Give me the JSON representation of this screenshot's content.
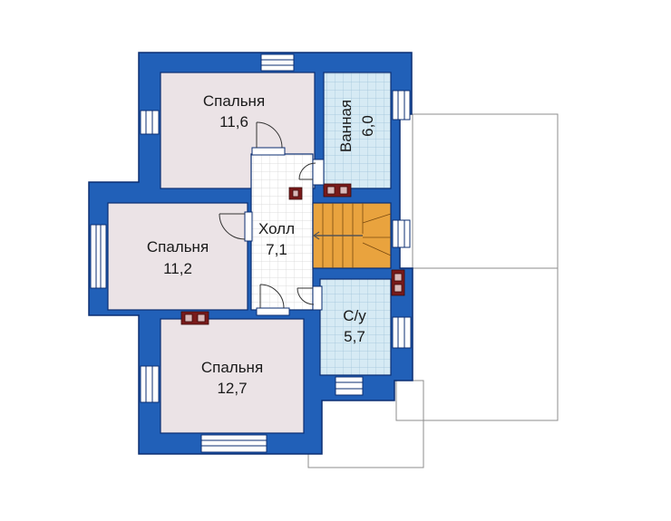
{
  "colors": {
    "wall": "#2160b8",
    "wall_edge": "#0b2e72",
    "bedroom_fill": "#ebe3e6",
    "wet_fill": "#d6eaf4",
    "hall_fill": "#ffffff",
    "stairs_fill": "#e9a33e",
    "chimney": "#7a1a1a",
    "outline": "#8c8c8c"
  },
  "rooms": [
    {
      "id": "bedroom-1",
      "name": "Спальня",
      "area": "11,6"
    },
    {
      "id": "bathroom",
      "name": "Ванная",
      "area": "6,0"
    },
    {
      "id": "hall",
      "name": "Холл",
      "area": "7,1"
    },
    {
      "id": "bedroom-2",
      "name": "Спальня",
      "area": "11,2"
    },
    {
      "id": "toilet",
      "name": "С/у",
      "area": "5,7"
    },
    {
      "id": "bedroom-3",
      "name": "Спальня",
      "area": "12,7"
    }
  ]
}
